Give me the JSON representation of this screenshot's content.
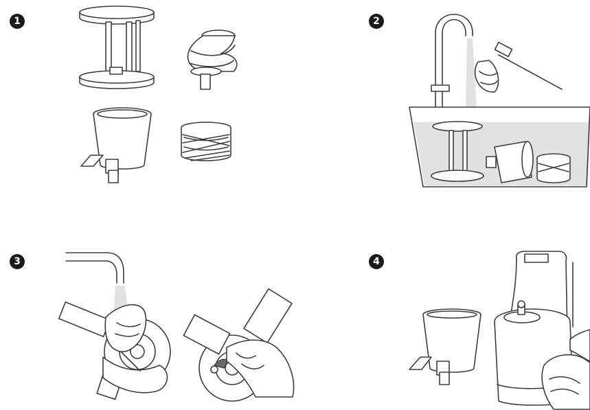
{
  "steps": [
    {
      "number": "1",
      "icon": "disassembled-parts"
    },
    {
      "number": "2",
      "icon": "rinse-in-sink"
    },
    {
      "number": "3",
      "icon": "scrub-under-tap"
    },
    {
      "number": "4",
      "icon": "wipe-base"
    }
  ],
  "colors": {
    "line": "#3c3c3c",
    "badge": "#1a1a1a",
    "water": "#e2e2e2"
  }
}
